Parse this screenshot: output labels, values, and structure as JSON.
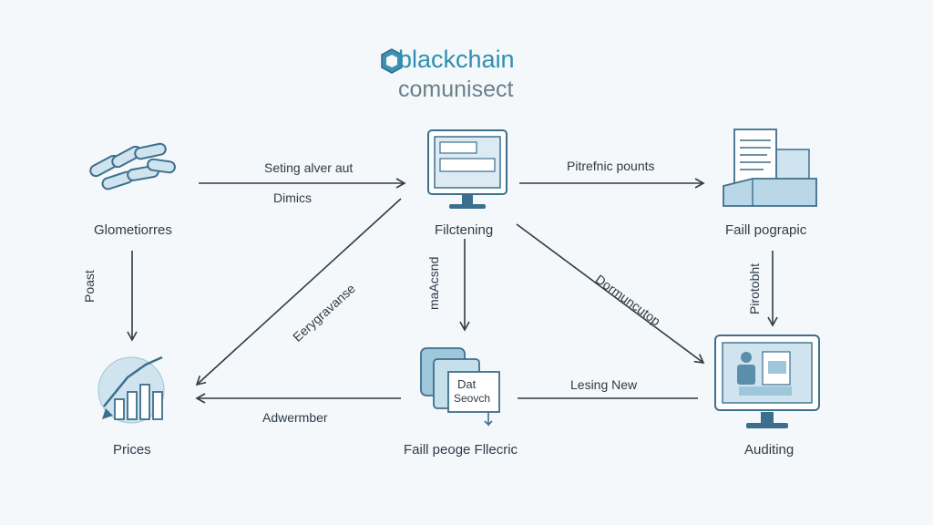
{
  "header": {
    "title": "blackchain",
    "subtitle": "comunisect"
  },
  "nodes": {
    "top_left": {
      "label": "Glometiorres",
      "icon": "chain-links-icon"
    },
    "top_center": {
      "label": "Filctening",
      "icon": "monitor-icon"
    },
    "top_right": {
      "label": "Faill pograpic",
      "icon": "documents-icon"
    },
    "bottom_left": {
      "label": "Prices",
      "icon": "chart-circle-icon"
    },
    "bottom_center": {
      "label": "Faill peoge Fllecric",
      "icon": "stacked-files-icon"
    },
    "bottom_right": {
      "label": "Auditing",
      "icon": "monitor-people-icon"
    }
  },
  "edges": {
    "tl_to_tc_top": "Seting alver aut",
    "tl_to_tc_bottom": "Dimics",
    "tc_to_tr": "Pitrefnic pounts",
    "tl_to_bl": "Poast",
    "tc_to_bl": "Eerygravanse",
    "tc_to_bc": "maAcsnd",
    "tc_to_br": "Dormuncutop",
    "tr_to_br": "Pirotobht",
    "bc_to_bl": "Adwermber",
    "br_to_bc": "Lesing New"
  },
  "colors": {
    "accent": "#2e8fb0",
    "ink": "#2f3b46",
    "icon_fill": "#cfe4ee",
    "icon_stroke": "#3c6f8c"
  }
}
